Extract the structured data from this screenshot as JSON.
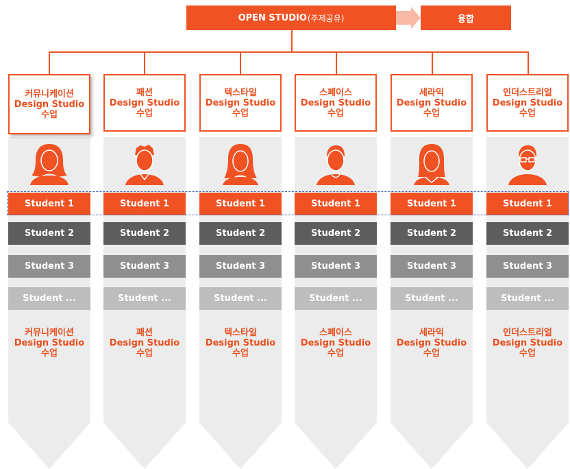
{
  "header": {
    "open_studio_bold": "OPEN STUDIO",
    "open_studio_sub": "(주제공유)",
    "fusion": "융합"
  },
  "columns": [
    {
      "title1": "커뮤니케이션",
      "title2": "Design Studio",
      "title3": "수업"
    },
    {
      "title1": "패션",
      "title2": "Design Studio",
      "title3": "수업"
    },
    {
      "title1": "텍스타일",
      "title2": "Design Studio",
      "title3": "수업"
    },
    {
      "title1": "스페이스",
      "title2": "Design Studio",
      "title3": "수업"
    },
    {
      "title1": "세라믹",
      "title2": "Design Studio",
      "title3": "수업"
    },
    {
      "title1": "인더스트리얼",
      "title2": "Design Studio",
      "title3": "수업"
    }
  ],
  "students": [
    "Student 1",
    "Student 2",
    "Student 3",
    "Student ..."
  ],
  "colors": {
    "accent": "#f05223",
    "dark_gray": "#5d5d5d",
    "mid_gray": "#8f8f8f",
    "light_gray": "#bdbdbd",
    "dashed": "#3b5bb5"
  }
}
